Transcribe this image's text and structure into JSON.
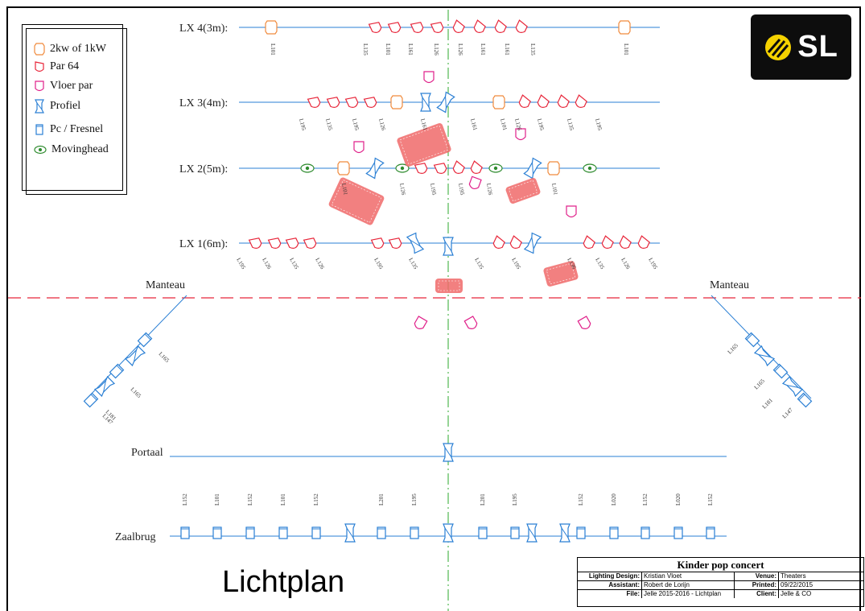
{
  "pipes": {
    "lx4": "LX 4(3m):",
    "lx3": "LX 3(4m):",
    "lx2": "LX 2(5m):",
    "lx1": "LX 1(6m):",
    "manteau_left": "Manteau",
    "manteau_right": "Manteau",
    "portaal": "Portaal",
    "zaalbrug": "Zaalbrug"
  },
  "gels": {
    "lx4": [
      "L101",
      "L135",
      "L101",
      "L161",
      "L126",
      "L126",
      "L161",
      "L161",
      "L135",
      "L101"
    ],
    "lx3": [
      "L195",
      "L135",
      "L195",
      "L126",
      "L161",
      "L161",
      "L101",
      "L126",
      "L195",
      "L135",
      "L195"
    ],
    "lx2": [
      "L101",
      "L126",
      "L195",
      "L195",
      "L126",
      "L101"
    ],
    "lx1": [
      "L195",
      "L126",
      "L135",
      "L126",
      "L195",
      "L135",
      "L135",
      "L195",
      "L136",
      "L135",
      "L126",
      "L195"
    ],
    "manteau_left": [
      "L165",
      "L165",
      "L181",
      "L147"
    ],
    "manteau_right": [
      "L165",
      "L165",
      "L181",
      "L147"
    ],
    "zaalbrug": [
      "L152",
      "L101",
      "L152",
      "L101",
      "L152",
      "L201",
      "L195",
      "L201",
      "L195",
      "L152",
      "L020",
      "L152",
      "L020",
      "L152"
    ]
  },
  "legend": {
    "items": [
      {
        "label": "2kw of 1kW",
        "icon": "fresnel-2kw-icon",
        "color": "#f08a3c"
      },
      {
        "label": "Par 64",
        "icon": "par64-icon",
        "color": "#e8263a"
      },
      {
        "label": "Vloer par",
        "icon": "floor-par-icon",
        "color": "#e0208a"
      },
      {
        "label": "Profiel",
        "icon": "profile-icon",
        "color": "#2a7fd4"
      },
      {
        "label": "Pc / Fresnel",
        "icon": "pc-fresnel-icon",
        "color": "#2a7fd4"
      },
      {
        "label": "Movinghead",
        "icon": "movinghead-icon",
        "color": "#2e8b2e"
      }
    ]
  },
  "logo": {
    "text": "SL"
  },
  "title": "Lichtplan",
  "title_block": {
    "heading": "Kinder pop concert",
    "lighting_design_label": "Lighting Design:",
    "lighting_design": "Kristian Vloet",
    "venue_label": "Venue:",
    "venue": "Theaters",
    "assistant_label": "Assistant:",
    "assistant": "Robert de Lorijn",
    "printed_label": "Printed:",
    "printed": "09/22/2015",
    "file_label": "File:",
    "file": "Jelle 2015-2016 - Lichtplan",
    "client_label": "Client:",
    "client": "Jelle & CO"
  },
  "colors": {
    "pipe": "#2a7fd4",
    "par": "#e8263a",
    "floor": "#e0208a",
    "fresnel2k": "#f08a3c",
    "profile": "#2a7fd4",
    "moving": "#2e8b2e",
    "proscenium": "#e8263a",
    "centerline": "#2ea82e"
  }
}
